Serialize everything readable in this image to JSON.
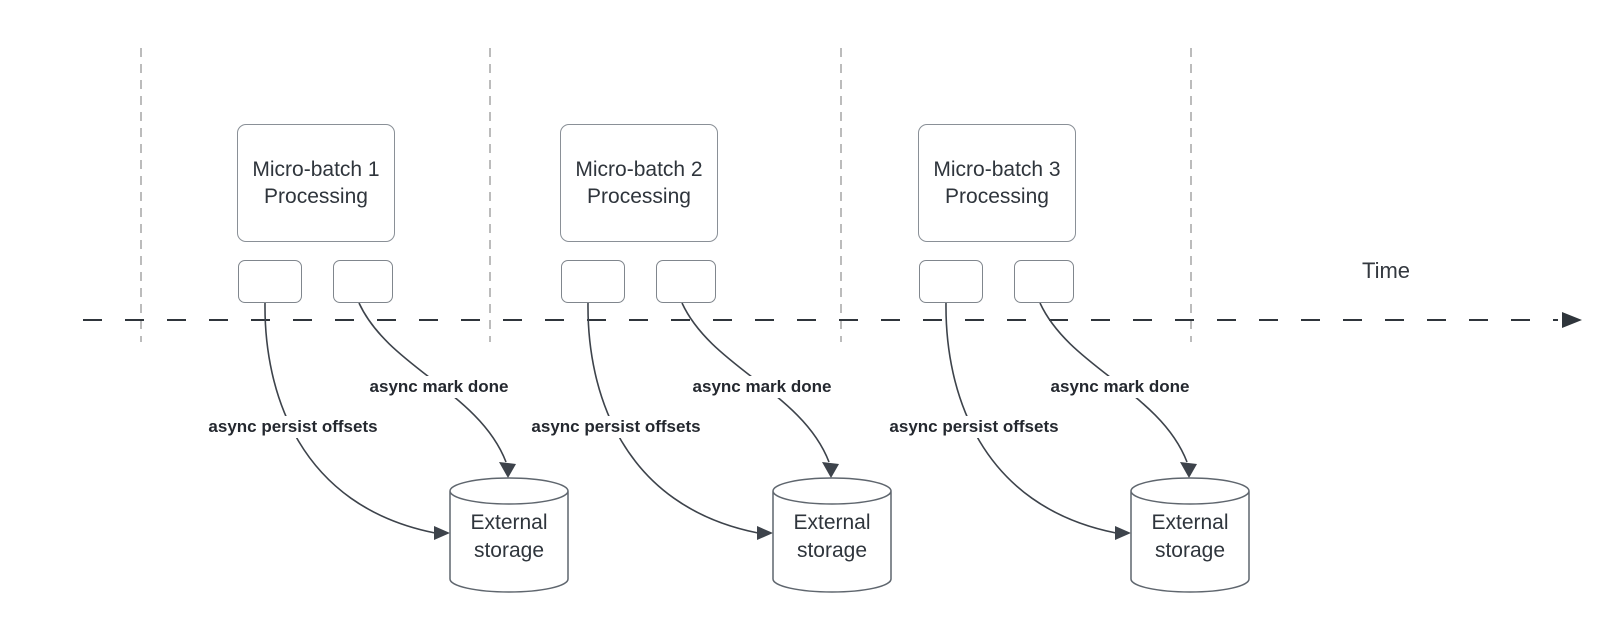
{
  "timeline": {
    "label": "Time"
  },
  "batches": [
    {
      "title_line1": "Micro-batch 1",
      "title_line2": "Processing",
      "persist_arrow_label": "async persist offsets",
      "done_arrow_label": "async mark done",
      "storage_line1": "External",
      "storage_line2": "storage"
    },
    {
      "title_line1": "Micro-batch 2",
      "title_line2": "Processing",
      "persist_arrow_label": "async persist offsets",
      "done_arrow_label": "async mark done",
      "storage_line1": "External",
      "storage_line2": "storage"
    },
    {
      "title_line1": "Micro-batch 3",
      "title_line2": "Processing",
      "persist_arrow_label": "async persist offsets",
      "done_arrow_label": "async mark done",
      "storage_line1": "External",
      "storage_line2": "storage"
    }
  ],
  "colors": {
    "background": "#ffffff",
    "timeline_stroke": "#2f353b",
    "guide_line_stroke": "#a6a6a6",
    "arrow_stroke": "#3d434b",
    "shape_stroke": "#8a9097",
    "cylinder_stroke": "#5f666e",
    "text": "#2f353c",
    "edge_label_text": "#24282f"
  }
}
